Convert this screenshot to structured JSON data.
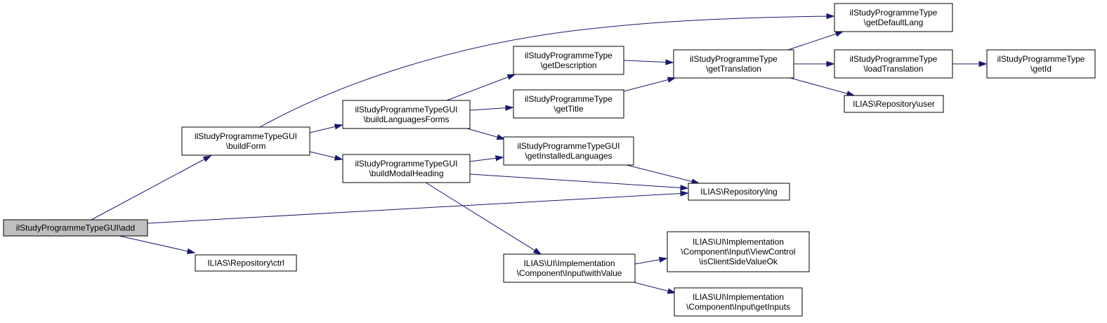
{
  "diagram": {
    "colors": {
      "edge": "#191970",
      "node_border": "#000000",
      "node_fill": "#ffffff",
      "root_fill": "#bfbfbf"
    },
    "nodes": [
      {
        "id": "add",
        "root": true,
        "lines": [
          "ilStudyProgrammeTypeGUI\\add"
        ]
      },
      {
        "id": "buildForm",
        "lines": [
          "ilStudyProgrammeTypeGUI",
          "\\buildForm"
        ]
      },
      {
        "id": "ctrl",
        "lines": [
          "ILIAS\\Repository\\ctrl"
        ]
      },
      {
        "id": "buildLanguagesForms",
        "lines": [
          "ilStudyProgrammeTypeGUI",
          "\\buildLanguagesForms"
        ]
      },
      {
        "id": "buildModalHeading",
        "lines": [
          "ilStudyProgrammeTypeGUI",
          "\\buildModalHeading"
        ]
      },
      {
        "id": "getDescription",
        "lines": [
          "ilStudyProgrammeType",
          "\\getDescription"
        ]
      },
      {
        "id": "getTitle",
        "lines": [
          "ilStudyProgrammeType",
          "\\getTitle"
        ]
      },
      {
        "id": "getInstalledLanguages",
        "lines": [
          "ilStudyProgrammeTypeGUI",
          "\\getInstalledLanguages"
        ]
      },
      {
        "id": "withValue",
        "lines": [
          "ILIAS\\UI\\Implementation",
          "\\Component\\Input\\withValue"
        ]
      },
      {
        "id": "getTranslation",
        "lines": [
          "ilStudyProgrammeType",
          "\\getTranslation"
        ]
      },
      {
        "id": "lng",
        "lines": [
          "ILIAS\\Repository\\lng"
        ]
      },
      {
        "id": "isClientSideValueOk",
        "lines": [
          "ILIAS\\UI\\Implementation",
          "\\Component\\Input\\ViewControl",
          "\\isClientSideValueOk"
        ]
      },
      {
        "id": "getInputs",
        "lines": [
          "ILIAS\\UI\\Implementation",
          "\\Component\\Input\\getInputs"
        ]
      },
      {
        "id": "getDefaultLang",
        "lines": [
          "ilStudyProgrammeType",
          "\\getDefaultLang"
        ]
      },
      {
        "id": "loadTranslation",
        "lines": [
          "ilStudyProgrammeType",
          "\\loadTranslation"
        ]
      },
      {
        "id": "user",
        "lines": [
          "ILIAS\\Repository\\user"
        ]
      },
      {
        "id": "getId",
        "lines": [
          "ilStudyProgrammeType",
          "\\getId"
        ]
      }
    ],
    "edges": [
      {
        "from": "add",
        "to": "buildForm"
      },
      {
        "from": "add",
        "to": "lng"
      },
      {
        "from": "add",
        "to": "ctrl"
      },
      {
        "from": "buildForm",
        "to": "getDefaultLang"
      },
      {
        "from": "buildForm",
        "to": "buildLanguagesForms"
      },
      {
        "from": "buildForm",
        "to": "buildModalHeading"
      },
      {
        "from": "buildLanguagesForms",
        "to": "getDescription"
      },
      {
        "from": "buildLanguagesForms",
        "to": "getTitle"
      },
      {
        "from": "buildLanguagesForms",
        "to": "getInstalledLanguages"
      },
      {
        "from": "buildModalHeading",
        "to": "getInstalledLanguages"
      },
      {
        "from": "buildModalHeading",
        "to": "lng"
      },
      {
        "from": "buildModalHeading",
        "to": "withValue"
      },
      {
        "from": "getDescription",
        "to": "getTranslation"
      },
      {
        "from": "getTitle",
        "to": "getTranslation"
      },
      {
        "from": "getInstalledLanguages",
        "to": "lng"
      },
      {
        "from": "getTranslation",
        "to": "getDefaultLang"
      },
      {
        "from": "getTranslation",
        "to": "loadTranslation"
      },
      {
        "from": "getTranslation",
        "to": "user"
      },
      {
        "from": "loadTranslation",
        "to": "getId"
      },
      {
        "from": "withValue",
        "to": "isClientSideValueOk"
      },
      {
        "from": "withValue",
        "to": "getInputs"
      }
    ]
  }
}
